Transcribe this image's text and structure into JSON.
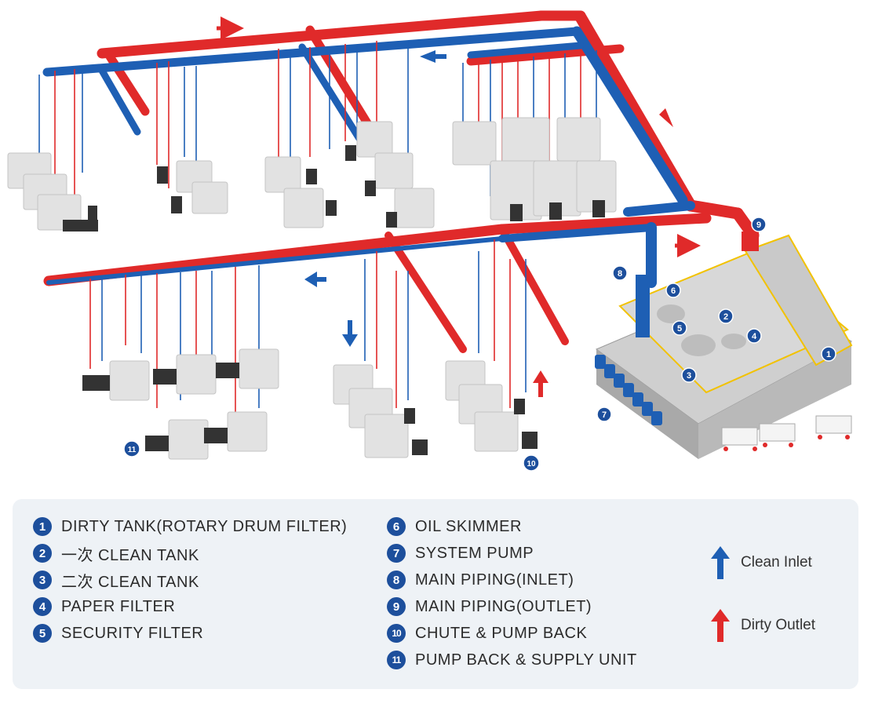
{
  "diagram": {
    "callouts": [
      "1",
      "2",
      "3",
      "4",
      "5",
      "6",
      "7",
      "8",
      "9",
      "10",
      "11"
    ]
  },
  "legend": {
    "items": [
      {
        "num": "1",
        "label": "DIRTY TANK(ROTARY DRUM FILTER)"
      },
      {
        "num": "2",
        "label": "一次 CLEAN TANK"
      },
      {
        "num": "3",
        "label": "二次 CLEAN TANK"
      },
      {
        "num": "4",
        "label": "PAPER FILTER"
      },
      {
        "num": "5",
        "label": "SECURITY FILTER"
      },
      {
        "num": "6",
        "label": "OIL SKIMMER"
      },
      {
        "num": "7",
        "label": "SYSTEM PUMP"
      },
      {
        "num": "8",
        "label": "MAIN PIPING(INLET)"
      },
      {
        "num": "9",
        "label": "MAIN PIPING(OUTLET)"
      },
      {
        "num": "10",
        "label": "CHUTE & PUMP BACK"
      },
      {
        "num": "11",
        "label": "PUMP BACK & SUPPLY UNIT"
      }
    ],
    "flow": {
      "clean_inlet": "Clean Inlet",
      "dirty_outlet": "Dirty Outlet"
    }
  },
  "colors": {
    "clean": "#1e5fb4",
    "dirty": "#e02a2a",
    "badge": "#1d4f9c",
    "machine": "#e2e2e2"
  }
}
